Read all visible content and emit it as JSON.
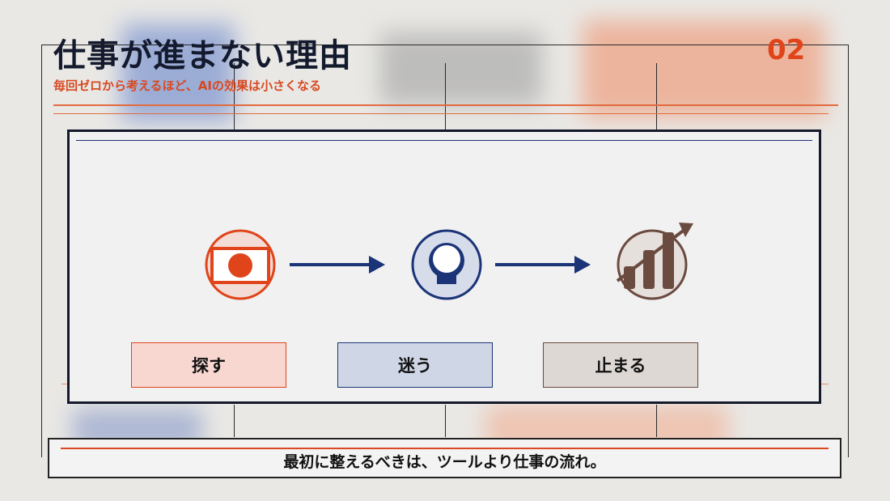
{
  "header": {
    "title": "仕事が進まない理由",
    "subtitle": "毎回ゼロから考えるほど、AIの効果は小さくなる",
    "page_number": "02"
  },
  "flow": {
    "steps": [
      {
        "label": "探す",
        "icon": "photo-frame-icon",
        "color": "#e0441a",
        "fill": "#f8d7d0"
      },
      {
        "label": "迷う",
        "icon": "person-icon",
        "color": "#1b3478",
        "fill": "#cfd6e6"
      },
      {
        "label": "止まる",
        "icon": "growth-chart-icon",
        "color": "#6b4a3f",
        "fill": "#ddd8d4"
      }
    ],
    "arrow_color": "#1b3478"
  },
  "footer": {
    "message": "最初に整えるべきは、ツールより仕事の流れ。"
  }
}
